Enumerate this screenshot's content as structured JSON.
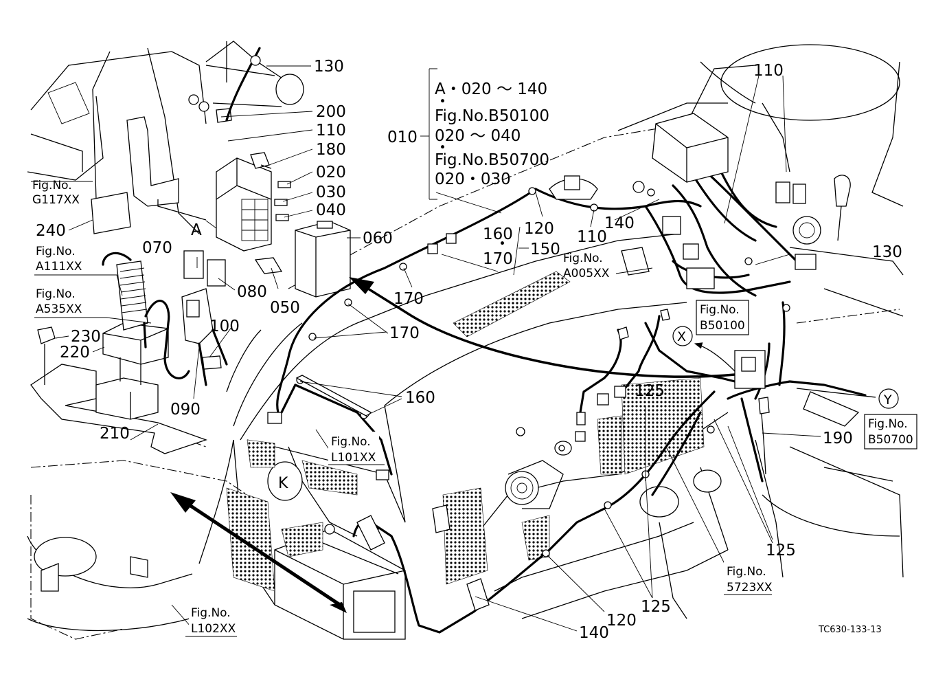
{
  "callouts": {
    "c130_top": "130",
    "c200": "200",
    "c110_left": "110",
    "c180": "180",
    "c020": "020",
    "c030": "030",
    "c040": "040",
    "c060": "060",
    "c070": "070",
    "c080": "080",
    "c050": "050",
    "cA": "A",
    "c240": "240",
    "c230": "230",
    "c220": "220",
    "c090": "090",
    "c100": "100",
    "c210": "210",
    "c010": "010",
    "c160_top": "160",
    "c170_top": "170",
    "c150": "150",
    "c120_top": "120",
    "c110_mid": "110",
    "c140_mid": "140",
    "c110_right": "110",
    "c130_right": "130",
    "c170_mid": "170",
    "c170_low": "170",
    "c160_low": "160",
    "c125_mid": "125",
    "c125_right": "125",
    "c125_low": "125",
    "c190": "190",
    "c120_low": "120",
    "c140_low": "140",
    "cX": "X",
    "cY": "Y"
  },
  "group_010": {
    "line1": "A・020 ～ 140",
    "line2": "Fig.No.B50100",
    "line3": "020 ～ 040",
    "line4": "Fig.No.B50700",
    "line5": "020・030"
  },
  "fig_refs": {
    "g117_a": "Fig.No.",
    "g117_b": "G117XX",
    "a111_a": "Fig.No.",
    "a111_b": "A111XX",
    "a535_a": "Fig.No.",
    "a535_b": "A535XX",
    "a005_a": "Fig.No.",
    "a005_b": "A005XX",
    "b50100_a": "Fig.No.",
    "b50100_b": "B50100",
    "b50700_a": "Fig.No.",
    "b50700_b": "B50700",
    "l101_a": "Fig.No.",
    "l101_b": "L101XX",
    "l102_a": "Fig.No.",
    "l102_b": "L102XX",
    "f5723_a": "Fig.No.",
    "f5723_b": "5723XX"
  },
  "drawing_code": "TC630-133-13"
}
